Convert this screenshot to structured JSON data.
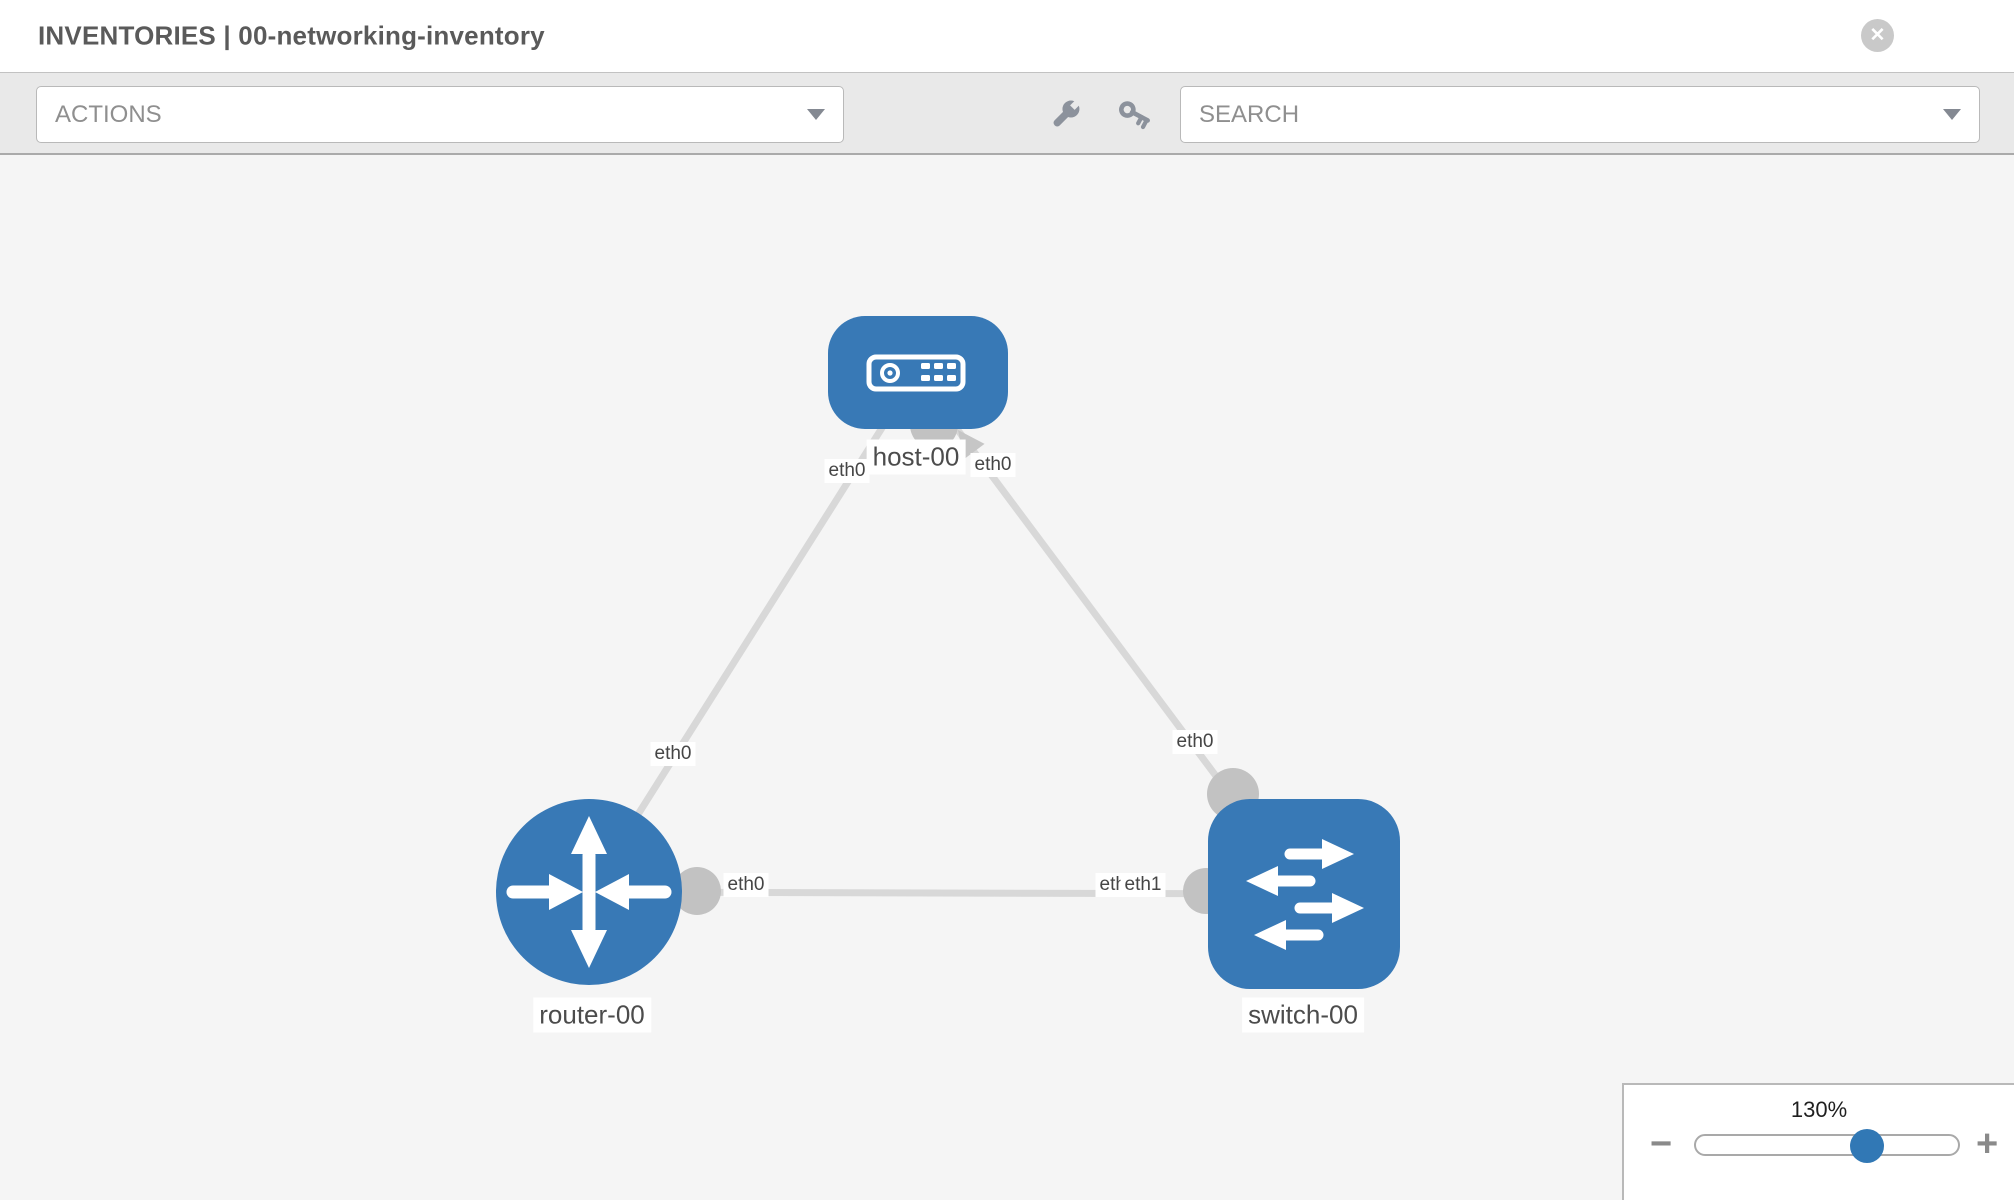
{
  "header": {
    "title": "INVENTORIES | 00-networking-inventory",
    "close_icon_glyph": "✕"
  },
  "toolbar": {
    "actions_label": "ACTIONS",
    "search_label": "SEARCH"
  },
  "topology": {
    "nodes": [
      {
        "label": "host-00",
        "type": "host"
      },
      {
        "label": "router-00",
        "type": "router"
      },
      {
        "label": "switch-00",
        "type": "switch"
      }
    ],
    "links": [
      {
        "from": "host-00",
        "from_iface": "eth0",
        "to": "router-00",
        "to_iface": "eth0"
      },
      {
        "from": "host-00",
        "from_iface": "eth0",
        "to": "switch-00",
        "to_iface": "eth0"
      },
      {
        "from": "router-00",
        "from_iface": "eth0",
        "to": "switch-00",
        "to_iface": "eth1"
      }
    ],
    "iface_labels": {
      "host_to_router_at_host": "eth0",
      "host_to_switch_at_host": "eth0",
      "host_to_router_at_router": "eth0",
      "host_to_switch_at_switch": "eth0",
      "router_to_switch_at_router": "eth0",
      "router_to_switch_at_switch_back": "eth0",
      "router_to_switch_at_switch_front": "eth1"
    }
  },
  "zoom_control": {
    "value": "130%",
    "minus_glyph": "−",
    "plus_glyph": "+"
  },
  "colors": {
    "node_blue": "#3879b6",
    "accent_blue": "#3178b5",
    "link_gray": "#d8d8d8",
    "connector_gray": "#c2c2c2",
    "toolbar_bg": "#e9e9e9",
    "canvas_bg": "#f5f5f5"
  }
}
